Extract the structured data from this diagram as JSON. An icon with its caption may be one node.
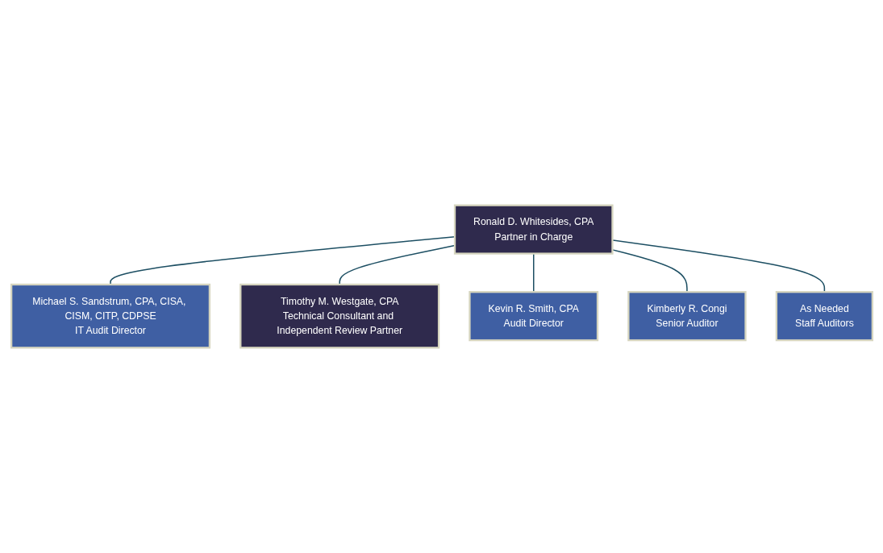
{
  "diagram": {
    "nodes": [
      {
        "text": [
          "Michael S. Sandstrum, CPA, CISA, CISM, CITP, CDPSE",
          "IT Audit Director"
        ]
      },
      {
        "text": [
          "Ronald D. Whitesides, CPA",
          "Partner in Charge"
        ]
      },
      {
        "text": [
          "Timothy M. Westgate, CPA",
          "Technical Consultant and Independent Review Partner"
        ]
      },
      {
        "text": [
          "Kevin R. Smith, CPA",
          "Audit Director"
        ]
      },
      {
        "text": [
          "Kimberly R. Congi",
          "Senior Auditor"
        ]
      },
      {
        "text": [
          "As Needed",
          "Staff Auditors"
        ]
      }
    ],
    "edges": [
      {
        "from": 1,
        "to": 0,
        "arrow": "none"
      },
      {
        "from": 1,
        "to": 2,
        "arrow": "none"
      },
      {
        "from": 1,
        "to": 3,
        "arrow": "none"
      },
      {
        "from": 1,
        "to": 4,
        "arrow": "none"
      },
      {
        "from": 1,
        "to": 5,
        "arrow": "none"
      }
    ]
  }
}
